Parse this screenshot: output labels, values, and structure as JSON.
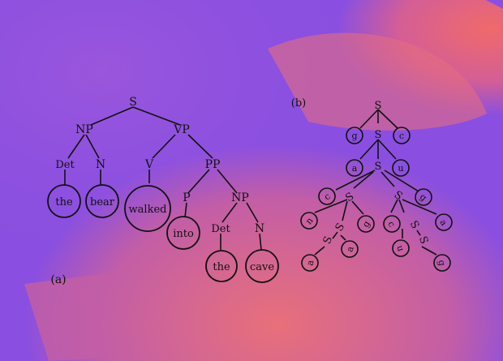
{
  "background": {
    "description_colors": [
      "#8a4fe0",
      "#c25aa0",
      "#e06a7a",
      "#7a48d8"
    ]
  },
  "panel_a": {
    "label": "(a)",
    "nodes": {
      "S": "S",
      "NP1": "NP",
      "VP": "VP",
      "Det1": "Det",
      "N1": "N",
      "V": "V",
      "PP": "PP",
      "the1": "the",
      "bear": "bear",
      "walked": "walked",
      "P": "P",
      "NP2": "NP",
      "into": "into",
      "Det2": "Det",
      "N2": "N",
      "the2": "the",
      "cave": "cave"
    }
  },
  "panel_b": {
    "label": "(b)",
    "nodes": {
      "S1": "S",
      "g1": "g",
      "S2": "S",
      "c1": "c",
      "a1": "a",
      "S3": "S",
      "u1": "u",
      "c2": "c",
      "S4": "S",
      "S5": "S",
      "g2": "g",
      "n1": "n",
      "S6": "S",
      "g3": "g",
      "c3": "c",
      "S7": "S",
      "a2": "a",
      "S8": "S",
      "a3": "a",
      "u2": "u",
      "S9": "S",
      "a4": "a",
      "g4": "g"
    }
  }
}
